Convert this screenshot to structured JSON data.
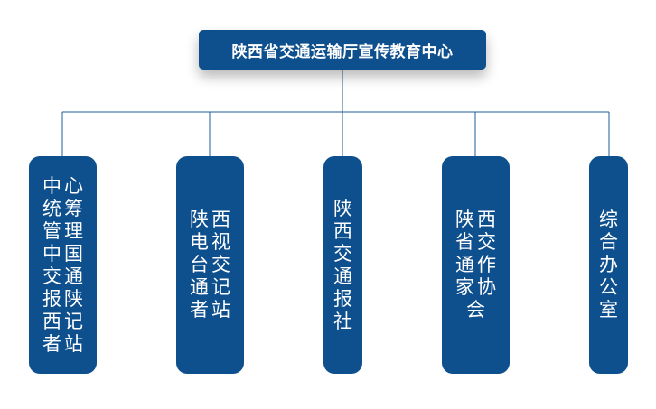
{
  "root": {
    "label": "陕西省交通运输厅宣传教育中心"
  },
  "children": [
    {
      "label": "中心统筹管理中国交通报陕西记者站"
    },
    {
      "label": "陕西电视台交通记者站"
    },
    {
      "label": "陕西交通报社"
    },
    {
      "label": "陕西省交通作家协会"
    },
    {
      "label": "综合办公室"
    }
  ],
  "colors": {
    "node_fill": "#0e4f8e",
    "connector": "#1f5d98",
    "text": "#ffffff"
  }
}
